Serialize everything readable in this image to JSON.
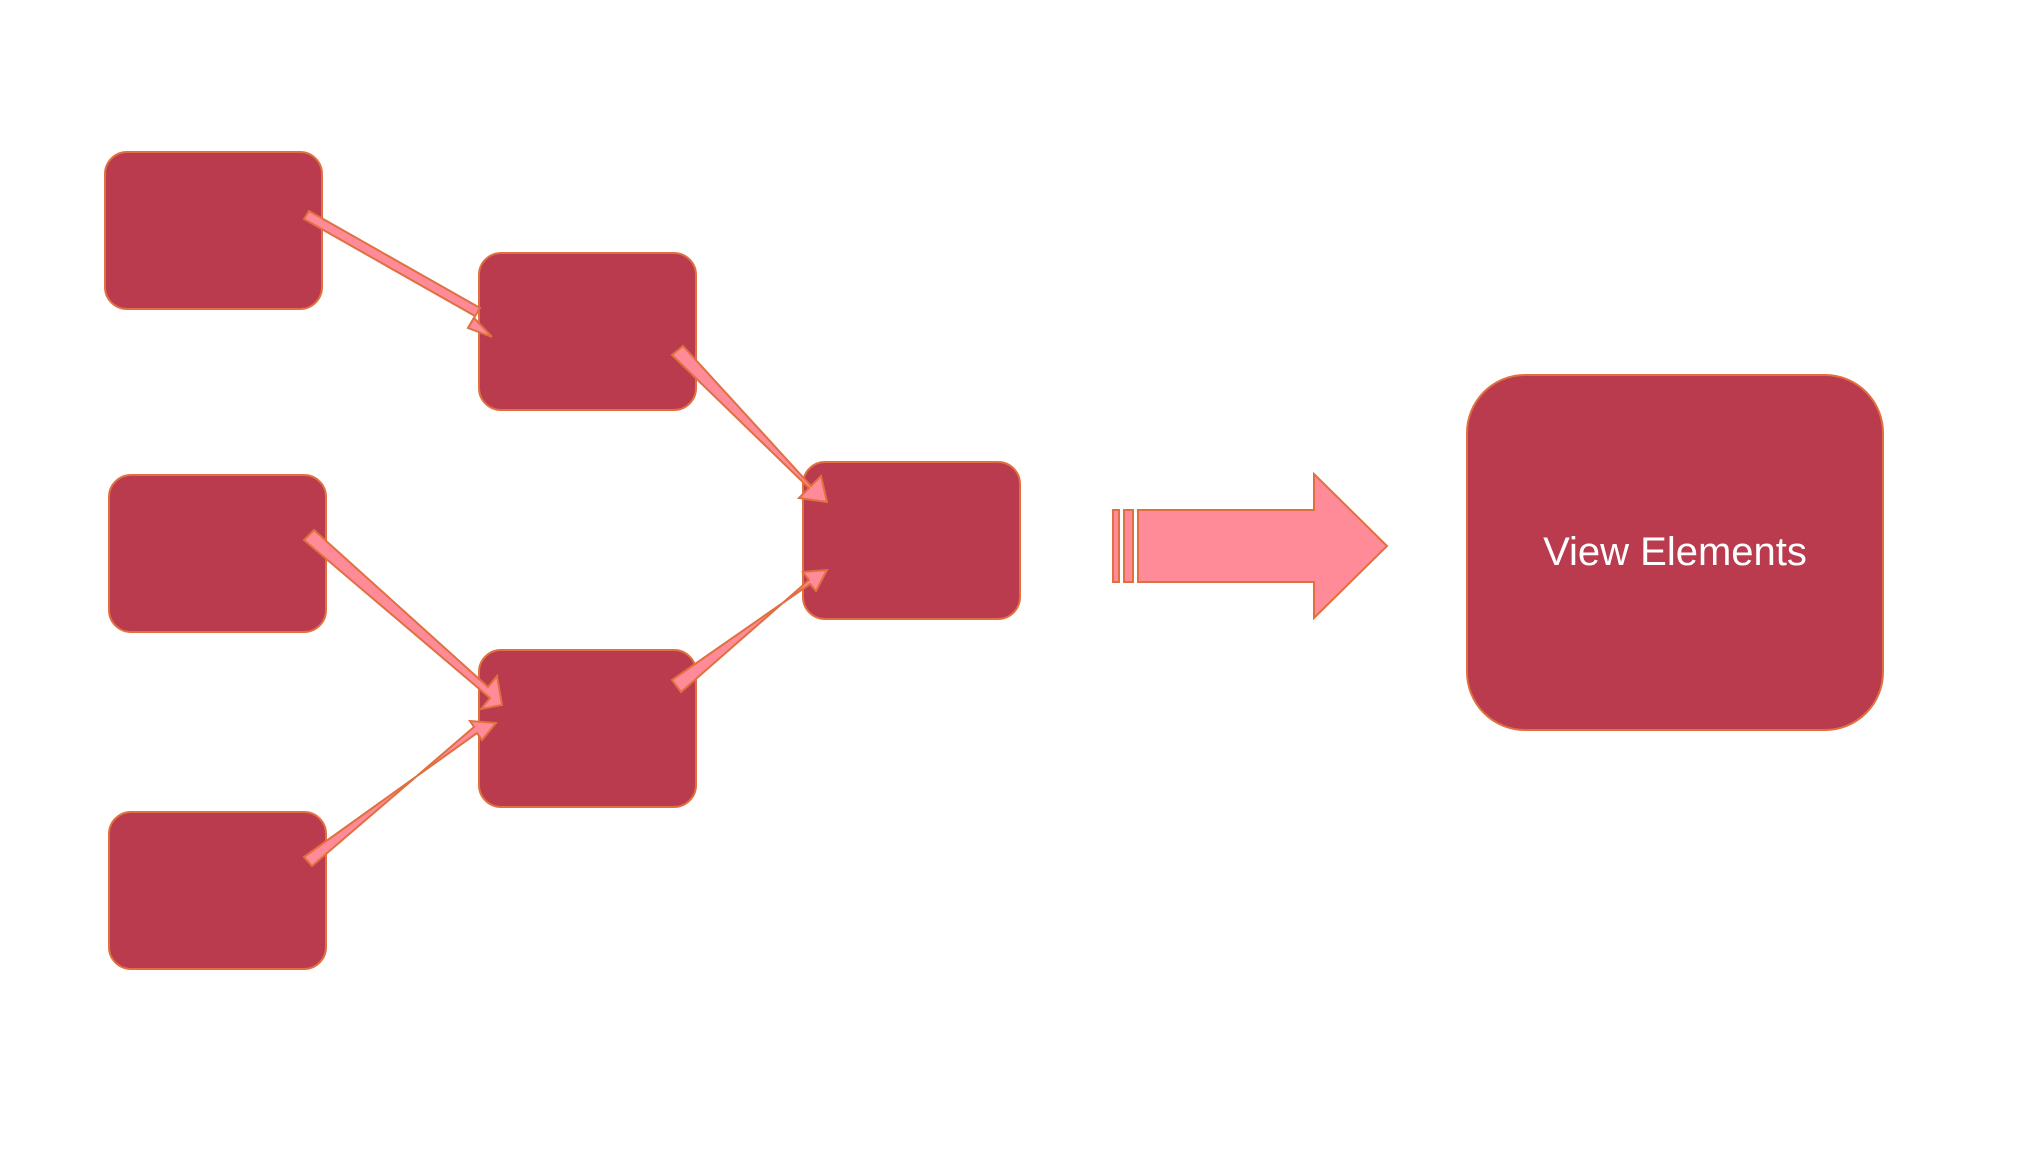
{
  "diagram": {
    "colors": {
      "box_fill": "#BA3A4E",
      "box_stroke": "#E07040",
      "arrow_fill": "#FF8B98",
      "arrow_stroke": "#E07040",
      "label_text": "#FFFFFF",
      "background": "#FFFFFF"
    },
    "boxes": [
      {
        "id": "source-top",
        "label": ""
      },
      {
        "id": "source-middle",
        "label": ""
      },
      {
        "id": "source-bottom",
        "label": ""
      },
      {
        "id": "merge-upper",
        "label": ""
      },
      {
        "id": "merge-lower",
        "label": ""
      },
      {
        "id": "combined",
        "label": ""
      }
    ],
    "edges": [
      {
        "from": "source-top",
        "to": "merge-upper"
      },
      {
        "from": "source-middle",
        "to": "merge-lower"
      },
      {
        "from": "source-bottom",
        "to": "merge-lower"
      },
      {
        "from": "merge-upper",
        "to": "combined"
      },
      {
        "from": "merge-lower",
        "to": "combined"
      }
    ],
    "result": {
      "label": "View Elements"
    }
  }
}
